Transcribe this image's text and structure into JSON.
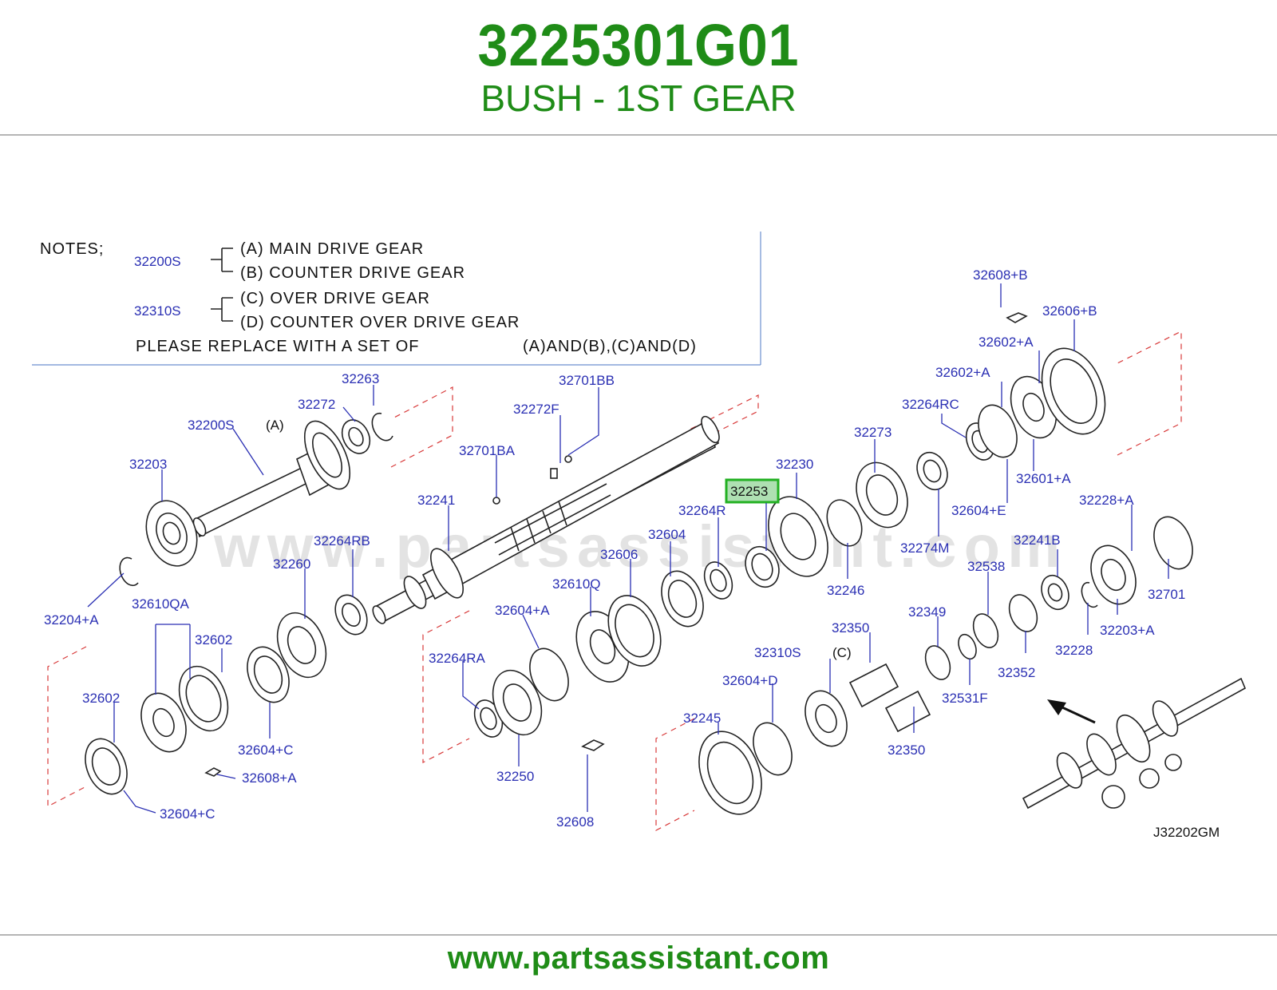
{
  "header": {
    "part_number": "3225301G01",
    "part_description": "BUSH - 1ST GEAR"
  },
  "notes": {
    "title": "NOTES;",
    "groups": [
      {
        "ref": "32200S",
        "items": [
          "(A)  MAIN  DRIVE  GEAR",
          "(B)  COUNTER  DRIVE  GEAR"
        ]
      },
      {
        "ref": "32310S",
        "items": [
          "(C)  OVER  DRIVE  GEAR",
          "(D)  COUNTER  OVER  DRIVE  GEAR"
        ]
      }
    ],
    "replace_text": "PLEASE  REPLACE  WITH  A  SET  OF",
    "replace_sets": "(A)AND(B),(C)AND(D)"
  },
  "highlighted_part": "32253",
  "callouts": {
    "c32608b": "32608+B",
    "c32606b": "32606+B",
    "c32602a_1": "32602+A",
    "c32602a_2": "32602+A",
    "c32264rc": "32264RC",
    "c32601a": "32601+A",
    "c32604e": "32604+E",
    "c32273": "32273",
    "c32230": "32230",
    "c32253": "32253",
    "c32274m": "32274M",
    "c32228a": "32228+A",
    "c32241b": "32241B",
    "c32701": "32701",
    "c32246": "32246",
    "c32264r": "32264R",
    "c32538": "32538",
    "c32203a": "32203+A",
    "c32228": "32228",
    "c32352": "32352",
    "c32349": "32349",
    "c32350_1": "32350",
    "c32350_2": "32350",
    "c32531f": "32531F",
    "c32310s": "32310S",
    "c_c": "(C)",
    "c32604d": "32604+D",
    "c32245": "32245",
    "c32263": "32263",
    "c32272": "32272",
    "c32200s": "32200S",
    "c_a": "(A)",
    "c32203": "32203",
    "c32204a": "32204+A",
    "c32701bb": "32701BB",
    "c32272f": "32272F",
    "c32701ba": "32701BA",
    "c32241": "32241",
    "c32264rb": "32264RB",
    "c32260": "32260",
    "c32610qa": "32610QA",
    "c32602_1": "32602",
    "c32602_2": "32602",
    "c32604c_1": "32604+C",
    "c32604c_2": "32604+C",
    "c32608a": "32608+A",
    "c32604": "32604",
    "c32606": "32606",
    "c32610q": "32610Q",
    "c32604a": "32604+A",
    "c32264ra": "32264RA",
    "c32250": "32250",
    "c32608": "32608"
  },
  "diagram_code": "J32202GM",
  "watermark": "www.partsassistant.com",
  "footer": {
    "url": "www.partsassistant.com"
  },
  "colors": {
    "brand_green": "#1f8c17",
    "callout_blue": "#2a2fb3",
    "highlight_box": "#22b022",
    "highlight_fill": "#aee0b2",
    "dash_red": "#d83a3a"
  }
}
